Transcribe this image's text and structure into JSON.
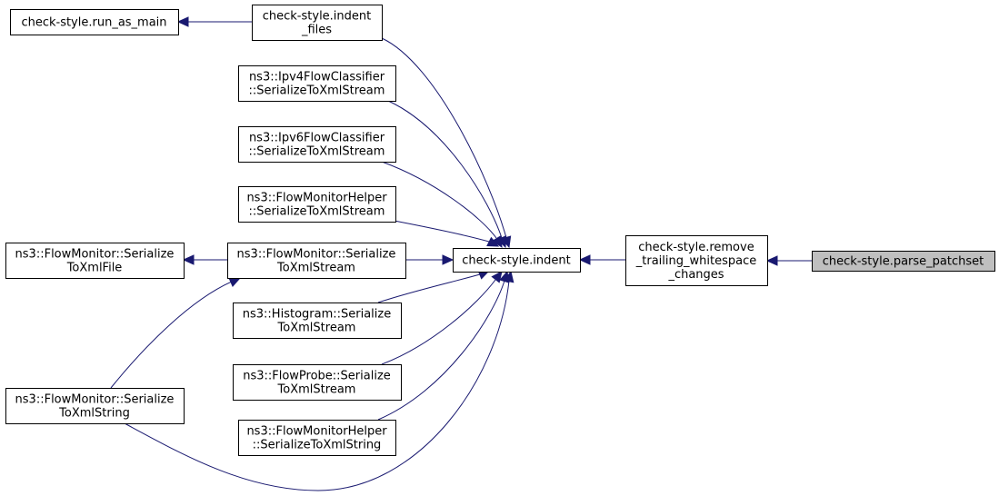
{
  "colors": {
    "edge": "#191970",
    "node_fill": "#ffffff",
    "node_border": "#000000",
    "highlight_fill": "#bfbfbf"
  },
  "nodes": {
    "run_as_main": {
      "lines": [
        "check-style.run_as_main"
      ]
    },
    "indent_files": {
      "lines": [
        "check-style.indent",
        "_files"
      ]
    },
    "ipv4_serialize": {
      "lines": [
        "ns3::Ipv4FlowClassifier",
        "::SerializeToXmlStream"
      ]
    },
    "ipv6_serialize": {
      "lines": [
        "ns3::Ipv6FlowClassifier",
        "::SerializeToXmlStream"
      ]
    },
    "fmhelper_stream": {
      "lines": [
        "ns3::FlowMonitorHelper",
        "::SerializeToXmlStream"
      ]
    },
    "fm_file": {
      "lines": [
        "ns3::FlowMonitor::Serialize",
        "ToXmlFile"
      ]
    },
    "fm_stream": {
      "lines": [
        "ns3::FlowMonitor::Serialize",
        "ToXmlStream"
      ]
    },
    "indent": {
      "lines": [
        "check-style.indent"
      ]
    },
    "remove_ws": {
      "lines": [
        "check-style.remove",
        "_trailing_whitespace",
        "_changes"
      ]
    },
    "parse_patchset": {
      "lines": [
        "check-style.parse_patchset"
      ],
      "highlight": true
    },
    "histogram": {
      "lines": [
        "ns3::Histogram::Serialize",
        "ToXmlStream"
      ]
    },
    "flowprobe": {
      "lines": [
        "ns3::FlowProbe::Serialize",
        "ToXmlStream"
      ]
    },
    "fm_string": {
      "lines": [
        "ns3::FlowMonitor::Serialize",
        "ToXmlString"
      ]
    },
    "fmhelper_string": {
      "lines": [
        "ns3::FlowMonitorHelper",
        "::SerializeToXmlString"
      ]
    }
  },
  "edges": [
    {
      "from": "indent_files",
      "to": "run_as_main"
    },
    {
      "from": "indent",
      "to": "indent_files"
    },
    {
      "from": "indent",
      "to": "ipv4_serialize"
    },
    {
      "from": "indent",
      "to": "ipv6_serialize"
    },
    {
      "from": "indent",
      "to": "fmhelper_stream"
    },
    {
      "from": "indent",
      "to": "fm_stream"
    },
    {
      "from": "indent",
      "to": "histogram"
    },
    {
      "from": "indent",
      "to": "flowprobe"
    },
    {
      "from": "indent",
      "to": "fmhelper_string"
    },
    {
      "from": "indent",
      "to": "fm_string"
    },
    {
      "from": "fm_stream",
      "to": "fm_file"
    },
    {
      "from": "fm_stream",
      "to": "fm_string"
    },
    {
      "from": "remove_ws",
      "to": "indent"
    },
    {
      "from": "parse_patchset",
      "to": "remove_ws"
    }
  ]
}
